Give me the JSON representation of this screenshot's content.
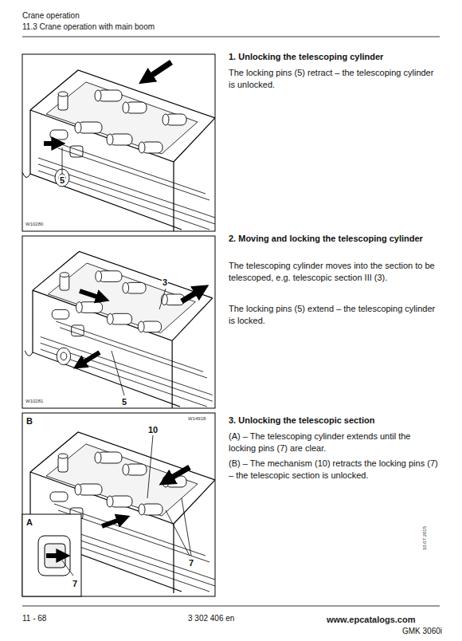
{
  "diagram": {
    "labels": [
      "Crane operation",
      "11.3 Crane operation with main boom",
      "1. Unlocking the telescoping cylinder",
      "The locking pins (5) retract – the telescoping cylinder is unlocked.",
      "5",
      "W10280",
      "2. Moving and locking the telescoping cylinder",
      "The telescoping cylinder moves into the section to be telescoped, e.g. telescopic section III (3).",
      "The locking pins (5) extend – the telescoping cylinder is locked.",
      "3",
      "5",
      "W10281",
      "3. Unlocking the telescopic section",
      "(A) – The telescoping cylinder extends until the locking pins (7) are clear.",
      "(B) – The mechanism (10) retracts the locking pins (7) – the telescopic section is unlocked.",
      "B",
      "W14918",
      "10",
      "A",
      "7",
      "7",
      "10.07.2015",
      "11 - 68",
      "3 302 406 en",
      "www.epcatalogs.com",
      "GMK 3060i"
    ]
  }
}
